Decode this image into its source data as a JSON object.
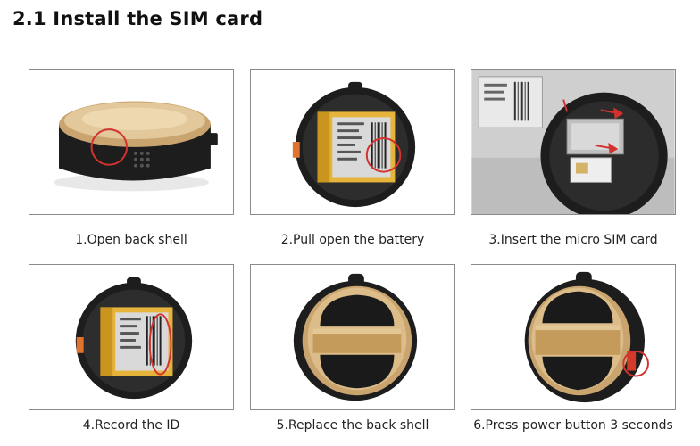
{
  "page": {
    "title": "2.1 Install the SIM card"
  },
  "steps": [
    {
      "caption": "1.Open back shell"
    },
    {
      "caption": "2.Pull open the battery"
    },
    {
      "caption": "3.Insert the micro SIM card"
    },
    {
      "caption": "4.Record the ID"
    },
    {
      "caption": "5.Replace the back shell"
    },
    {
      "caption": "6.Press power button 3 seconds"
    }
  ],
  "colors": {
    "gold": "#c9a46e",
    "gold_light": "#e2c89a",
    "dark": "#1d1d1d",
    "battery": "#e6b43a",
    "highlight_circle": "#d2332f",
    "frame_border": "#8a8a8a"
  }
}
